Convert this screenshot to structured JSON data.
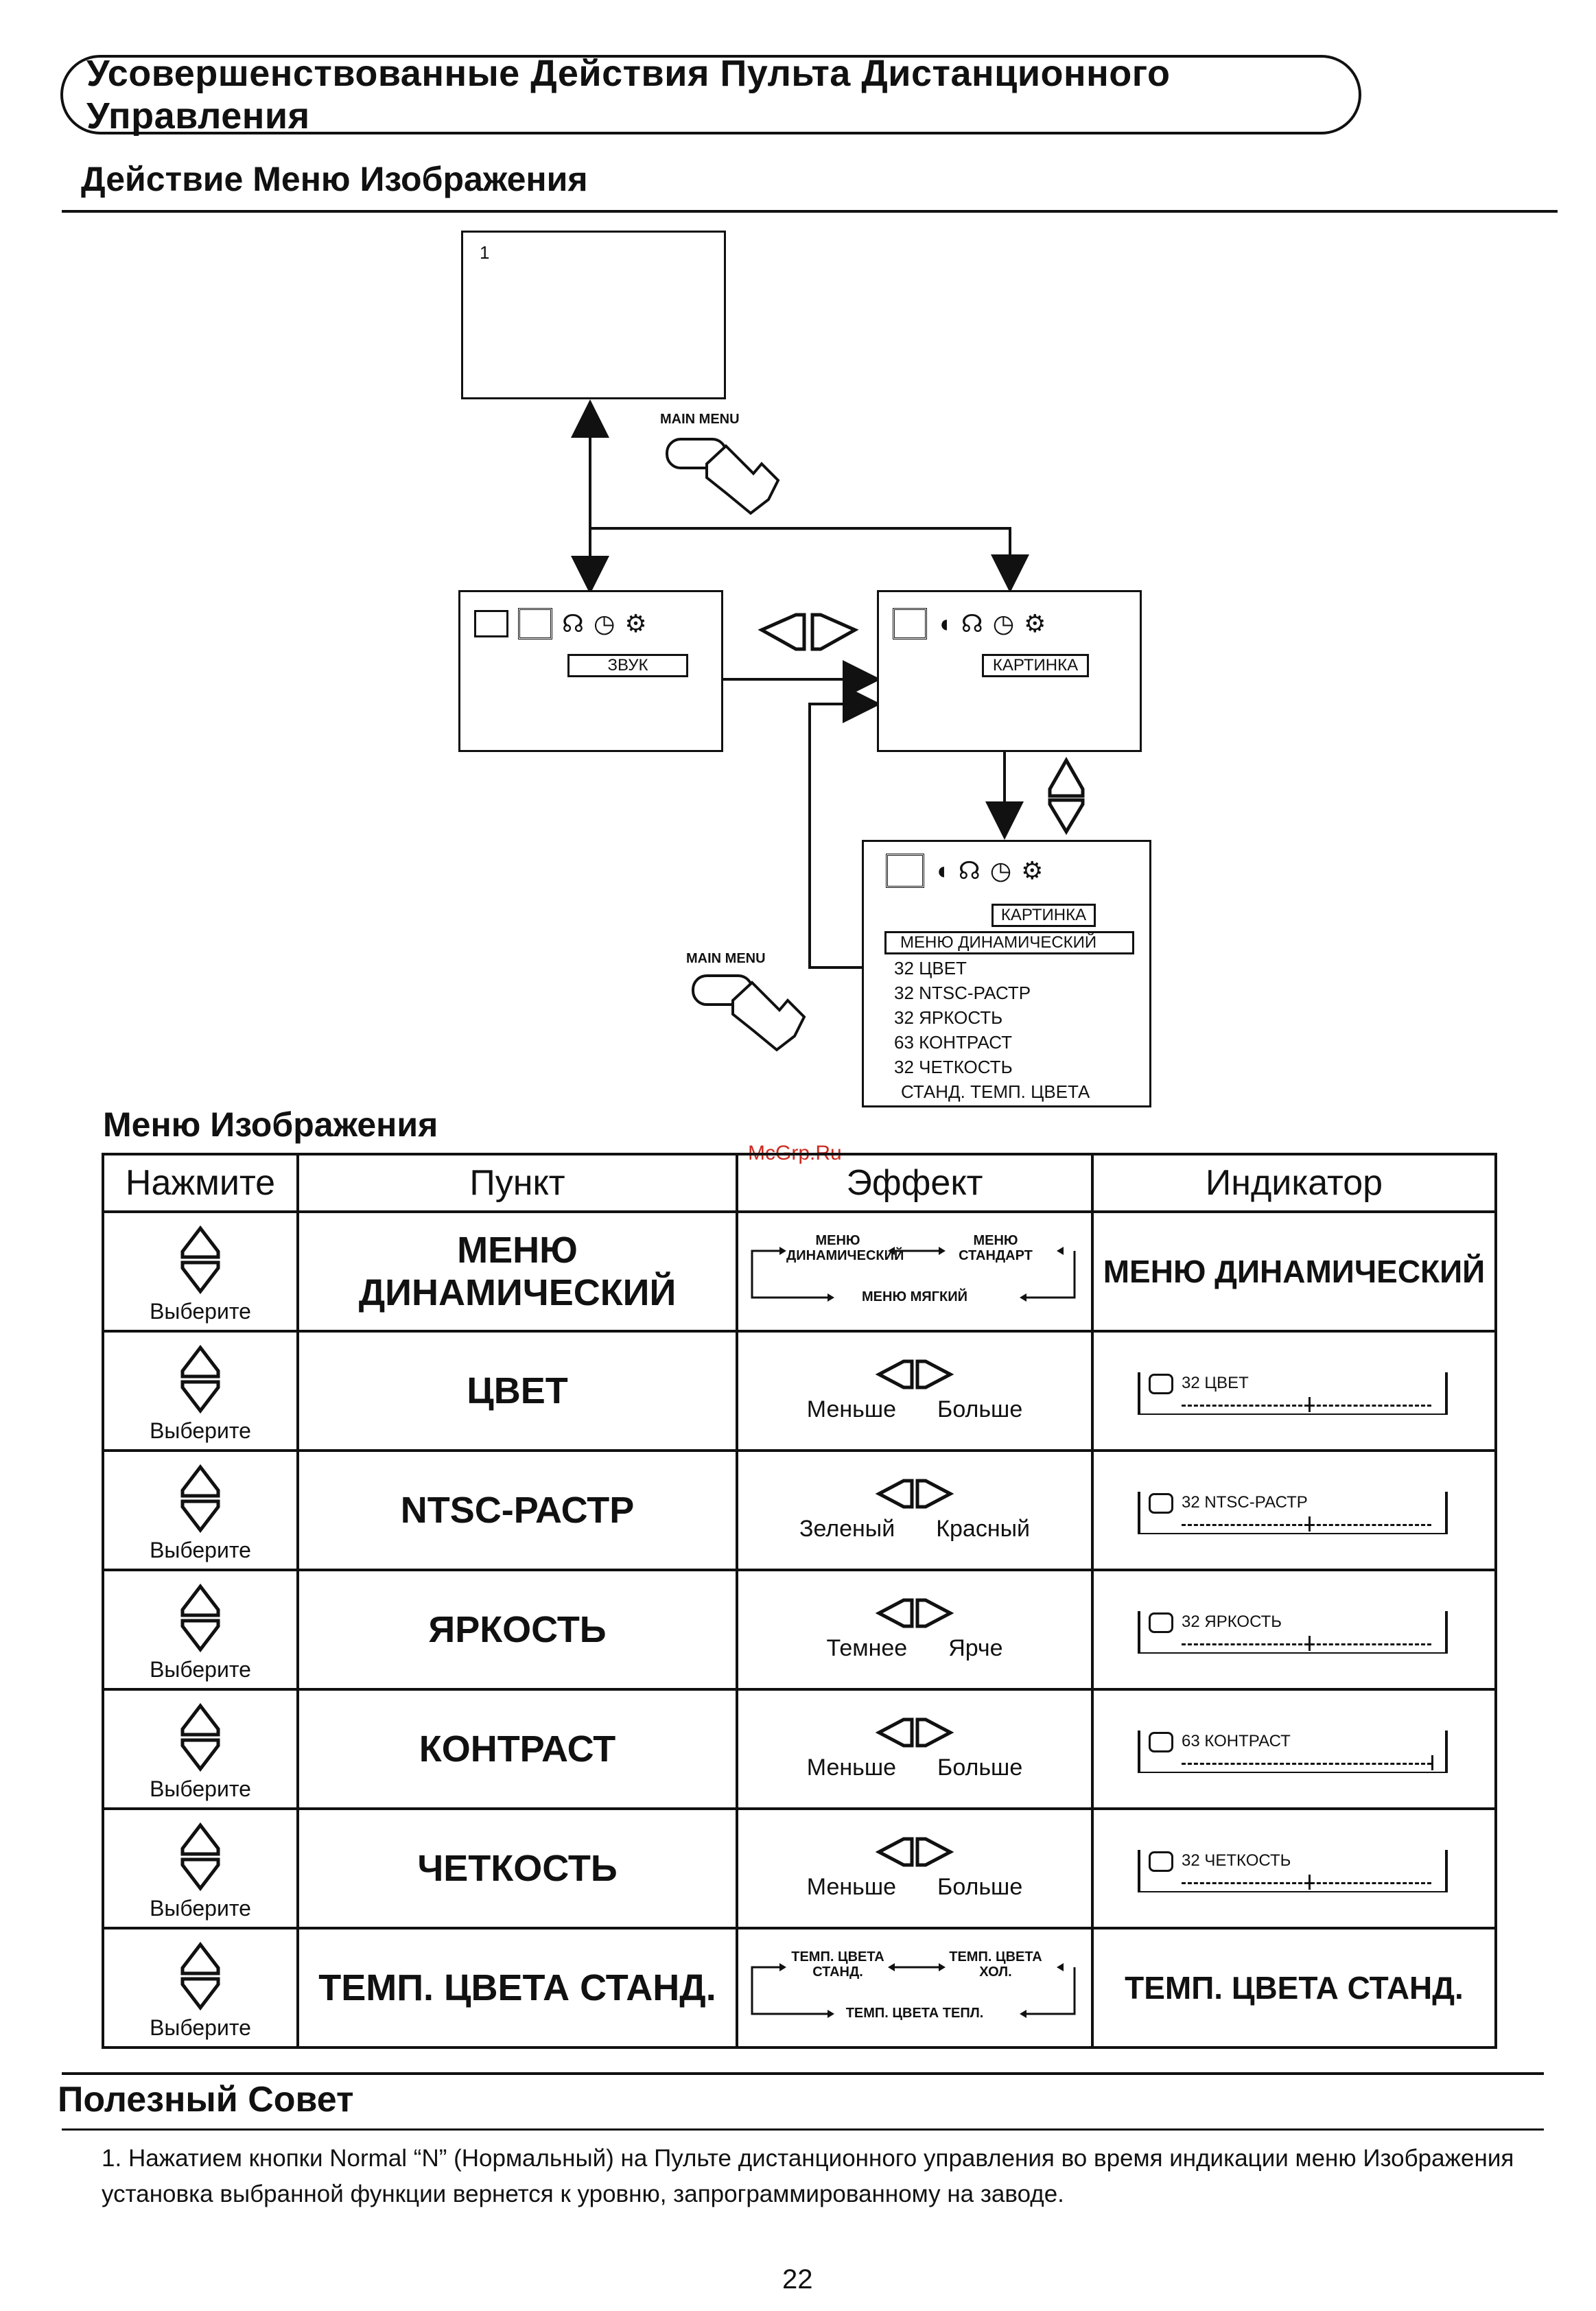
{
  "page_title": "Усовершенствованные Действия Пульта Дистанционного Управления",
  "section_title": "Действие Меню Изображения",
  "diagram": {
    "tv_channel": "1",
    "main_menu_label": "MAIN MENU",
    "sound_label": "ЗВУК",
    "picture_label": "КАРТИНКА",
    "menu_lines": [
      "МЕНЮ ДИНАМИЧЕСКИЙ",
      "32 ЦВЕТ",
      "32 NTSC-РАСТР",
      "32 ЯРКОСТЬ",
      "63 КОНТРАСТ",
      "32 ЧЕТКОСТЬ",
      "СТАНД. ТЕМП. ЦВЕТА"
    ]
  },
  "table_title": "Меню Изображения",
  "watermark": "McGrp.Ru",
  "table": {
    "headers": [
      "Нажмите",
      "Пункт",
      "Эффект",
      "Индикатор"
    ],
    "select_label": "Выберите",
    "rows": [
      {
        "item": "МЕНЮ ДИНАМИЧЕСКИЙ",
        "cycle_a": "МЕНЮ ДИНАМИЧЕСКИЙ",
        "cycle_b": "МЕНЮ СТАНДАРТ",
        "cycle_c": "МЕНЮ МЯГКИЙ",
        "indicator": "МЕНЮ ДИНАМИЧЕСКИЙ"
      },
      {
        "item": "ЦВЕТ",
        "less": "Меньше",
        "more": "Больше",
        "ind_value": "32 ЦВЕТ",
        "level": 32
      },
      {
        "item": "NTSC-РАСТР",
        "less": "Зеленый",
        "more": "Красный",
        "ind_value": "32 NTSC-РАСТР",
        "level": 32
      },
      {
        "item": "ЯРКОСТЬ",
        "less": "Темнее",
        "more": "Ярче",
        "ind_value": "32 ЯРКОСТЬ",
        "level": 32
      },
      {
        "item": "КОНТРАСТ",
        "less": "Меньше",
        "more": "Больше",
        "ind_value": "63 КОНТРАСТ",
        "level": 63
      },
      {
        "item": "ЧЕТКОСТЬ",
        "less": "Меньше",
        "more": "Больше",
        "ind_value": "32 ЧЕТКОСТЬ",
        "level": 32
      },
      {
        "item": "ТЕМП. ЦВЕТА СТАНД.",
        "cycle_a": "ТЕМП. ЦВЕТА СТАНД.",
        "cycle_b": "ТЕМП. ЦВЕТА ХОЛ.",
        "cycle_c": "ТЕМП. ЦВЕТА ТЕПЛ.",
        "indicator": "ТЕМП. ЦВЕТА СТАНД."
      }
    ]
  },
  "tip_title": "Полезный Совет",
  "tip_number": "1.",
  "tip_text": "Нажатием кнопки Normal “N” (Нормальный) на Пульте дистанционного управления во время индикации меню Изображения установка выбранной функции вернется к уровню, запрограммированному на заводе.",
  "page_number": "22"
}
